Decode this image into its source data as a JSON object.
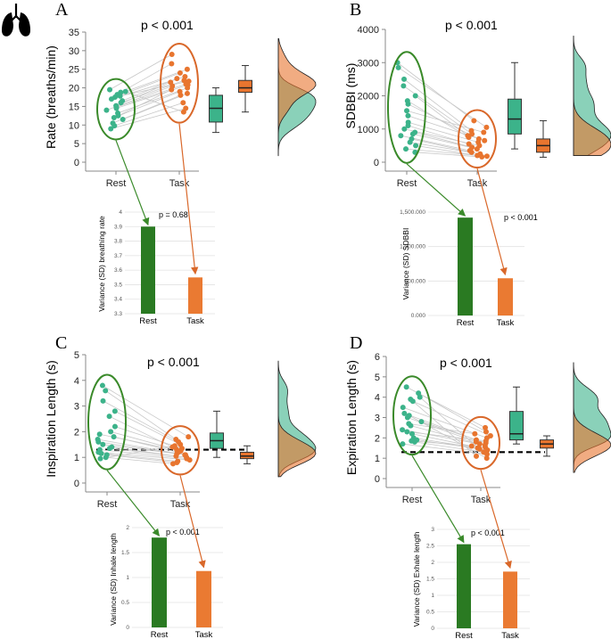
{
  "colors": {
    "rest": "#3cb38a",
    "task": "#e8752f",
    "rest_dark": "#2a7a22",
    "task_bar": "#ea7a32",
    "ellipse_rest": "#3a8a2a",
    "ellipse_task": "#d9682a",
    "paired": "#c8c8c8"
  },
  "icon": "lungs-icon",
  "chart_data": [
    {
      "type": "scatter",
      "letter": "A",
      "pvalue": "p < 0.001",
      "ylabel": "Rate (breaths/min)",
      "ylim": [
        0,
        35
      ],
      "yticks": [
        0,
        5,
        10,
        15,
        20,
        25,
        30,
        35
      ],
      "categories": [
        "Rest",
        "Task"
      ],
      "rest": [
        19.5,
        18.8,
        18.2,
        17.5,
        17.0,
        16.5,
        16.0,
        15.2,
        14.8,
        14.5,
        14.0,
        13.2,
        12.5,
        12.0,
        11.5,
        10.5,
        9.8,
        9.0,
        19.0,
        17.8
      ],
      "task": [
        29.0,
        26.5,
        25.0,
        24.0,
        23.0,
        22.5,
        22.0,
        21.5,
        21.0,
        20.8,
        20.5,
        20.0,
        19.5,
        19.0,
        18.5,
        18.0,
        16.0,
        14.5,
        13.5,
        21.8
      ],
      "box_rest": {
        "min": 8,
        "q1": 10.8,
        "median": 14.5,
        "q3": 18,
        "max": 20
      },
      "box_task": {
        "min": 13.5,
        "q1": 18.8,
        "median": 20,
        "q3": 22,
        "max": 26
      },
      "inset": {
        "type": "bar",
        "pvalue": "p = 0.68",
        "ylabel": "Variance (SD) breathing rate",
        "categories": [
          "Rest",
          "Task"
        ],
        "values": [
          3.9,
          3.55
        ],
        "ylim": [
          3.3,
          4.0
        ],
        "ytick_labels": [
          "3.3",
          "3.4",
          "3.5",
          "3.6",
          "3.7",
          "3.8",
          "3.9",
          "4"
        ]
      }
    },
    {
      "type": "scatter",
      "letter": "B",
      "pvalue": "p < 0.001",
      "ylabel": "SDBBI (ms)",
      "ylim": [
        0,
        4000
      ],
      "yticks": [
        0,
        1000,
        2000,
        3000,
        4000
      ],
      "categories": [
        "Rest",
        "Task"
      ],
      "rest": [
        3000,
        2850,
        2500,
        2300,
        2000,
        1850,
        1750,
        1400,
        1200,
        1100,
        1000,
        900,
        850,
        800,
        700,
        600,
        500,
        400,
        300,
        1550
      ],
      "task": [
        1250,
        1050,
        950,
        850,
        800,
        750,
        700,
        650,
        600,
        550,
        500,
        450,
        400,
        350,
        300,
        250,
        200,
        180,
        160,
        900
      ],
      "box_rest": {
        "min": 400,
        "q1": 850,
        "median": 1300,
        "q3": 1900,
        "max": 3000
      },
      "box_task": {
        "min": 150,
        "q1": 300,
        "median": 500,
        "q3": 700,
        "max": 1250
      },
      "inset": {
        "type": "bar",
        "pvalue": "p < 0.001",
        "ylabel": "Variance (SD) SDBBI",
        "categories": [
          "Rest",
          "Task"
        ],
        "values": [
          1420000,
          540000
        ],
        "ylim": [
          0,
          1500000
        ],
        "ytick_labels": [
          "0.000",
          "500.000",
          "1,000.000",
          "1,500.000"
        ]
      }
    },
    {
      "type": "scatter",
      "letter": "C",
      "pvalue": "p < 0.001",
      "ylabel": "Inspiration Length (s)",
      "ylim": [
        0,
        5
      ],
      "yticks": [
        0,
        1,
        2,
        3,
        4,
        5
      ],
      "categories": [
        "Rest",
        "Task"
      ],
      "rest": [
        3.8,
        3.6,
        3.2,
        2.8,
        2.6,
        2.2,
        2.0,
        1.9,
        1.8,
        1.6,
        1.5,
        1.4,
        1.35,
        1.3,
        1.2,
        1.15,
        1.1,
        1.0,
        0.95,
        1.7
      ],
      "task": [
        1.8,
        1.7,
        1.6,
        1.5,
        1.4,
        1.35,
        1.3,
        1.25,
        1.2,
        1.15,
        1.1,
        1.05,
        1.0,
        0.95,
        0.9,
        0.85,
        0.8,
        0.75,
        1.45,
        1.1
      ],
      "box_rest": {
        "min": 1.0,
        "q1": 1.35,
        "median": 1.65,
        "q3": 1.95,
        "max": 2.8
      },
      "box_task": {
        "min": 0.75,
        "q1": 0.95,
        "median": 1.05,
        "q3": 1.2,
        "max": 1.45
      },
      "dashed_line": 1.3,
      "inset": {
        "type": "bar",
        "pvalue": "p < 0.001",
        "ylabel": "Variance (SD) Inhale length",
        "categories": [
          "Rest",
          "Task"
        ],
        "values": [
          1.8,
          1.13
        ],
        "ylim": [
          0,
          2
        ],
        "ytick_labels": [
          "0",
          "0.5",
          "1",
          "1.5",
          "2"
        ]
      }
    },
    {
      "type": "scatter",
      "letter": "D",
      "pvalue": "p < 0.001",
      "ylabel": "Expiration Length (s)",
      "ylim": [
        0,
        6
      ],
      "yticks": [
        0,
        1,
        2,
        3,
        4,
        5,
        6
      ],
      "categories": [
        "Rest",
        "Task"
      ],
      "rest": [
        4.5,
        4.2,
        3.8,
        3.5,
        3.2,
        3.0,
        2.8,
        2.6,
        2.4,
        2.2,
        2.0,
        1.9,
        1.8,
        1.7,
        3.9,
        3.1,
        2.3,
        1.85,
        2.7,
        4.0
      ],
      "task": [
        2.5,
        2.3,
        2.1,
        2.0,
        1.9,
        1.8,
        1.75,
        1.7,
        1.65,
        1.6,
        1.5,
        1.4,
        1.3,
        1.2,
        1.1,
        1.0,
        1.85,
        1.55,
        2.2,
        1.45
      ],
      "box_rest": {
        "min": 1.7,
        "q1": 1.9,
        "median": 2.2,
        "q3": 3.3,
        "max": 4.5
      },
      "box_task": {
        "min": 1.1,
        "q1": 1.5,
        "median": 1.7,
        "q3": 1.9,
        "max": 2.1
      },
      "dashed_line": 1.3,
      "inset": {
        "type": "bar",
        "pvalue": "p < 0.001",
        "ylabel": "Variance (SD) Exhale length",
        "categories": [
          "Rest",
          "Task"
        ],
        "values": [
          2.55,
          1.72
        ],
        "ylim": [
          0,
          3
        ],
        "ytick_labels": [
          "0",
          "0.5",
          "1",
          "1.5",
          "2",
          "2.5",
          "3"
        ]
      }
    }
  ]
}
